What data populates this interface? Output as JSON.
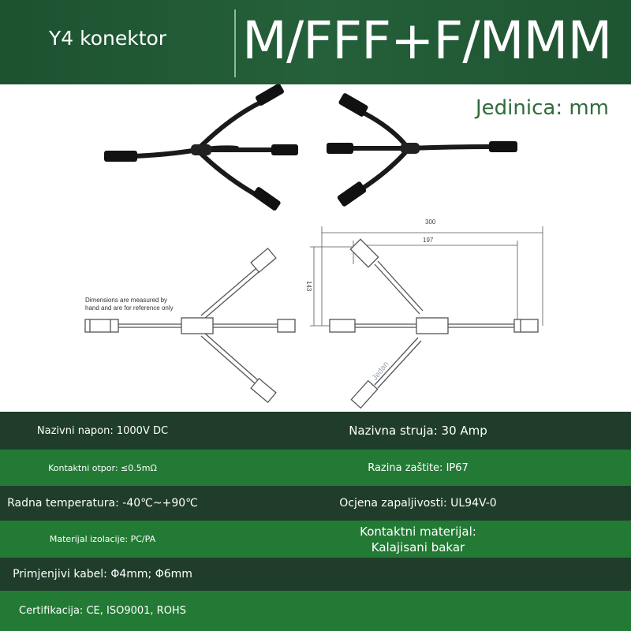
{
  "header": {
    "product_name": "Y4 konektor",
    "product_code": "M/FFF+F/MMM"
  },
  "unit_label": "Jedinica: mm",
  "drawing": {
    "note_line1": "Dimensions are measured by",
    "note_line2": "hand and are for reference only",
    "dim_total": "300",
    "dim_branch": "197",
    "dim_height": "143",
    "watermark": "Jedan"
  },
  "specs": [
    {
      "left": "Nazivni napon: 1000V DC",
      "right": "Nazivna struja: 30 Amp"
    },
    {
      "left": "Kontaktni otpor: ≤0.5mΩ",
      "right": "Razina zaštite: IP67"
    },
    {
      "left": "Radna temperatura: -40℃~+90℃",
      "right": "Ocjena zapaljivosti: UL94V-0"
    },
    {
      "left": "Materijal izolacije: PC/PA",
      "right_line1": "Kontaktni materijal:",
      "right_line2": "Kalajisani bakar"
    },
    {
      "left": "Primjenjivi kabel: Φ4mm; Φ6mm",
      "right": ""
    },
    {
      "left": "Certifikacija: CE, ISO9001, ROHS",
      "right": ""
    }
  ],
  "colors": {
    "header_green": "#24603a",
    "row_dark": "#1f3d2a",
    "row_light": "#237a35",
    "unit_text": "#2f6b3c"
  }
}
